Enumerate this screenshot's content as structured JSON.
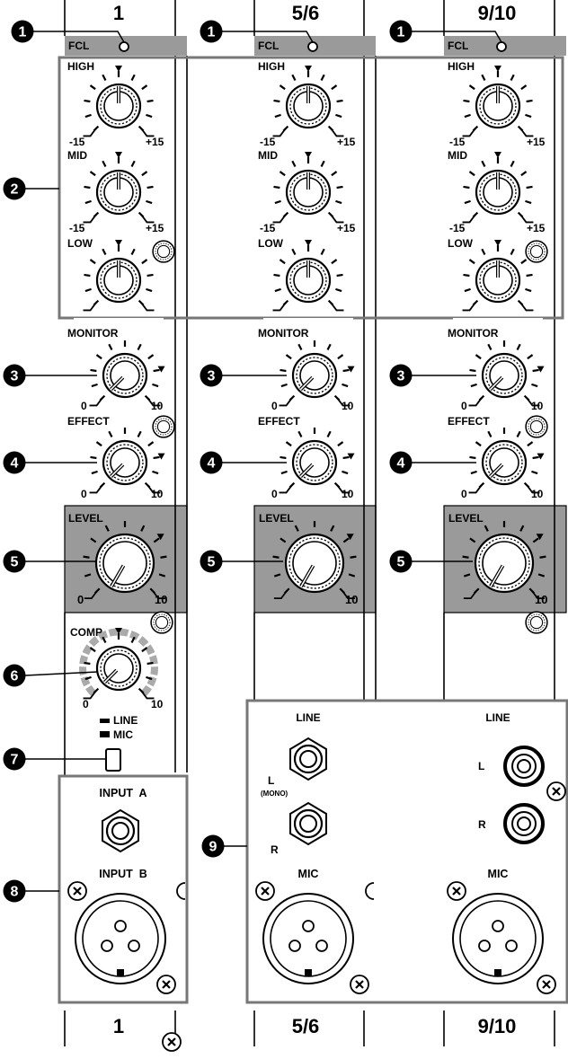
{
  "channels": {
    "ch1": {
      "label_top": "1",
      "label_bottom": "1"
    },
    "ch56": {
      "label_top": "5/6",
      "label_bottom": "5/6"
    },
    "ch910": {
      "label_top": "9/10",
      "label_bottom": "9/10"
    }
  },
  "strip": {
    "fcl": "FCL",
    "eq": {
      "high": "HIGH",
      "mid": "MID",
      "low": "LOW",
      "min": "-15",
      "max": "+15"
    },
    "monitor": {
      "label": "MONITOR",
      "min": "0",
      "max": "10"
    },
    "effect": {
      "label": "EFFECT",
      "min": "0",
      "max": "10"
    },
    "level": {
      "label": "LEVEL",
      "min": "0",
      "max": "10"
    },
    "comp": {
      "label": "COMP",
      "min": "0",
      "max": "10"
    },
    "switch": {
      "line": "LINE",
      "mic": "MIC"
    },
    "input_a": "INPUT  A",
    "input_b": "INPUT  B",
    "line": "LINE",
    "mic": "MIC",
    "l": "L",
    "mono": "(MONO)",
    "r": "R"
  },
  "callouts": [
    "1",
    "2",
    "3",
    "4",
    "5",
    "6",
    "7",
    "8",
    "9"
  ]
}
